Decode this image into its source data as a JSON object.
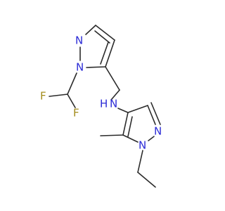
{
  "colors": {
    "background": "#ffffff",
    "bond": "#2b2b2b",
    "nitrogen": "#2b2bd6",
    "fluorine": "#a38c1c"
  },
  "atoms": {
    "n_top_ring_1": "N",
    "n_top_ring_2": "N",
    "f_left": "F",
    "f_right": "F",
    "nh_amine": "N",
    "h_amine": "H",
    "n_bottom_ring_1": "N",
    "n_bottom_ring_2": "N"
  }
}
